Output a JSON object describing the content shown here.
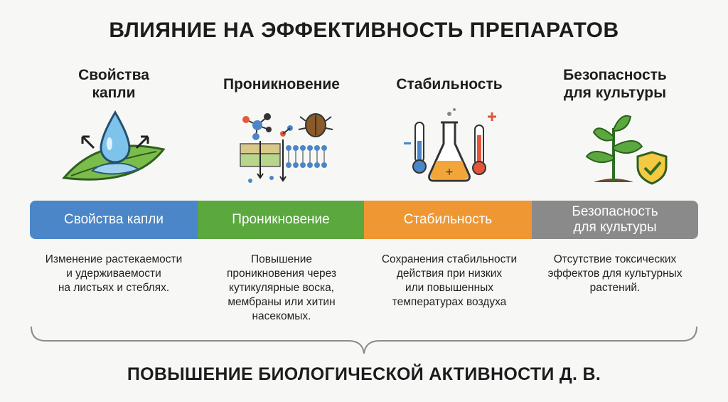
{
  "title": "ВЛИЯНИЕ НА ЭФФЕКТИВНОСТЬ ПРЕПАРАТОВ",
  "columns": [
    {
      "heading_line1": "Свойства",
      "heading_line2": "капли",
      "band": "Свойства капли",
      "icon": "droplet-on-leaf-icon",
      "color": "#4a86c8",
      "desc": [
        "Изменение растекаемости",
        "и удерживаемости",
        "на листьях и стеблях."
      ]
    },
    {
      "heading_line1": "Проникновение",
      "heading_line2": "",
      "band": "Проникновение",
      "icon": "molecule-membrane-beetle-icon",
      "color": "#5aa83e",
      "desc": [
        "Повышение",
        "проникновения через",
        "кутикулярные воска,",
        "мембраны или хитин",
        "насекомых."
      ]
    },
    {
      "heading_line1": "Стабильность",
      "heading_line2": "",
      "band": "Стабильность",
      "icon": "flask-thermometers-icon",
      "color": "#ef9733",
      "desc": [
        "Сохранения стабильности",
        "действия при низких",
        "или повышенных",
        "температурах воздуха"
      ]
    },
    {
      "heading_line1": "Безопасность",
      "heading_line2": "для культуры",
      "band_line1": "Безопасность",
      "band_line2": "для культуры",
      "icon": "plant-shield-icon",
      "color": "#8a8a8a",
      "desc": [
        "Отсутствие токсических",
        "эффектов для культурных",
        "растений."
      ]
    }
  ],
  "footer": "ПОВЫШЕНИЕ БИОЛОГИЧЕСКОЙ АКТИВНОСТИ Д. В."
}
